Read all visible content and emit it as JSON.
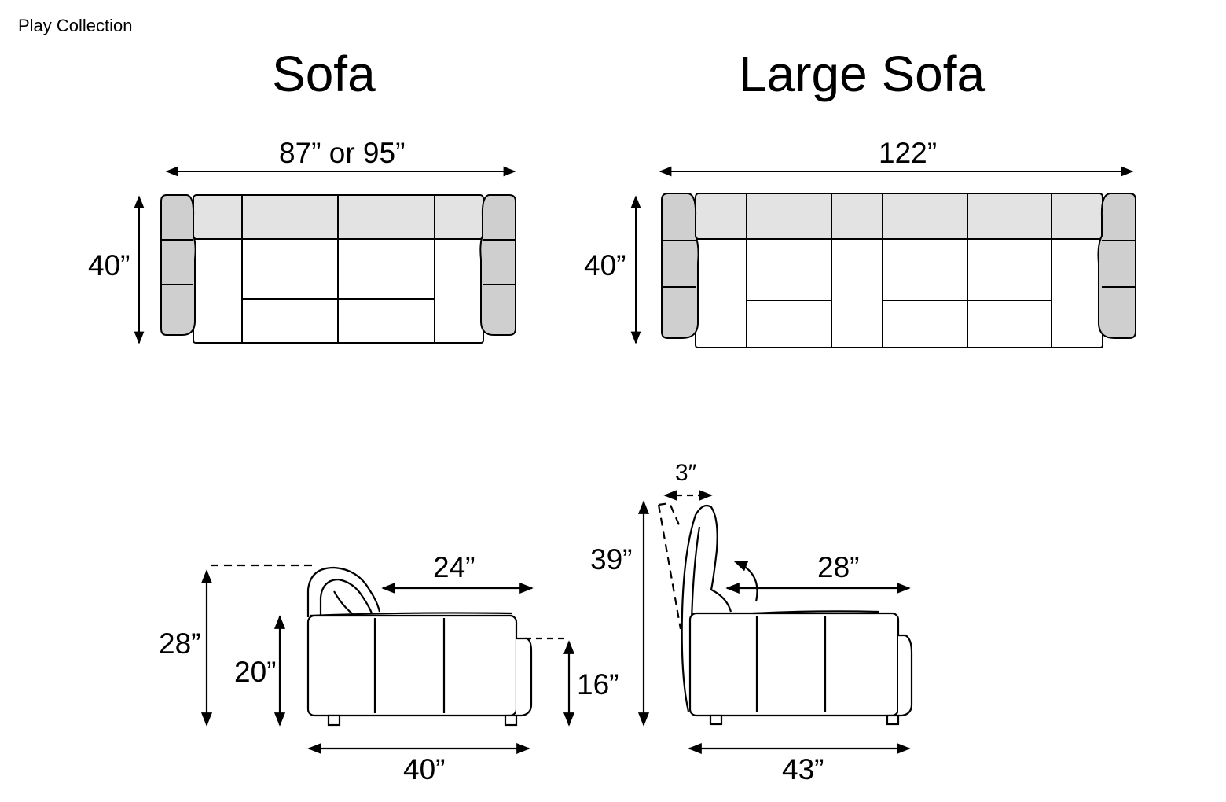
{
  "collection_label": "Play Collection",
  "titles": {
    "sofa": "Sofa",
    "large_sofa": "Large Sofa"
  },
  "dimensions": {
    "sofa_top_width": "87” or 95”",
    "sofa_top_depth": "40”",
    "large_top_width": "122”",
    "large_top_depth": "40”",
    "sofa_side_height": "28”",
    "sofa_side_seat_height": "20”",
    "sofa_side_seat_depth": "24”",
    "sofa_side_arm_height": "16”",
    "sofa_side_depth": "40”",
    "large_side_recline": "3″",
    "large_side_height": "39”",
    "large_side_seat_depth": "28”",
    "large_side_depth": "43”"
  },
  "colors": {
    "line": "#000000",
    "arm_fill": "#cfcfcf",
    "back_fill": "#e3e3e3"
  }
}
